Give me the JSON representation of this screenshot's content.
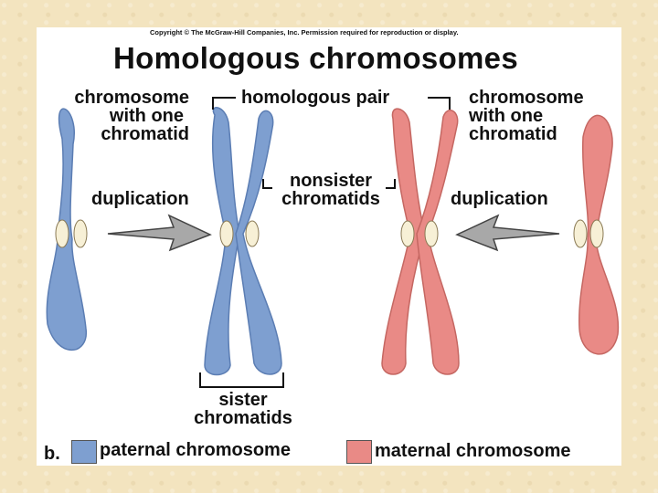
{
  "copyright": "Copyright © The McGraw-Hill Companies, Inc. Permission required for reproduction or display.",
  "title": "Homologous chromosomes",
  "labels": {
    "chromosome_left": [
      "chromosome",
      "with one",
      "chromatid"
    ],
    "chromosome_right": [
      "chromosome",
      "with one",
      "chromatid"
    ],
    "homologous_pair": "homologous pair",
    "duplication_left": "duplication",
    "duplication_right": "duplication",
    "nonsister": [
      "nonsister",
      "chromatids"
    ],
    "sister": [
      "sister",
      "chromatids"
    ]
  },
  "legend": {
    "panel_letter": "b.",
    "paternal": "paternal chromosome",
    "maternal": "maternal chromosome"
  },
  "colors": {
    "paternal": "#7e9fd0",
    "paternal_edge": "#5b7db3",
    "maternal": "#e98a86",
    "maternal_edge": "#c56762",
    "centromere": "#f7f0d6",
    "arrow": "#a8a8a8",
    "background": "#f3e4bf"
  }
}
